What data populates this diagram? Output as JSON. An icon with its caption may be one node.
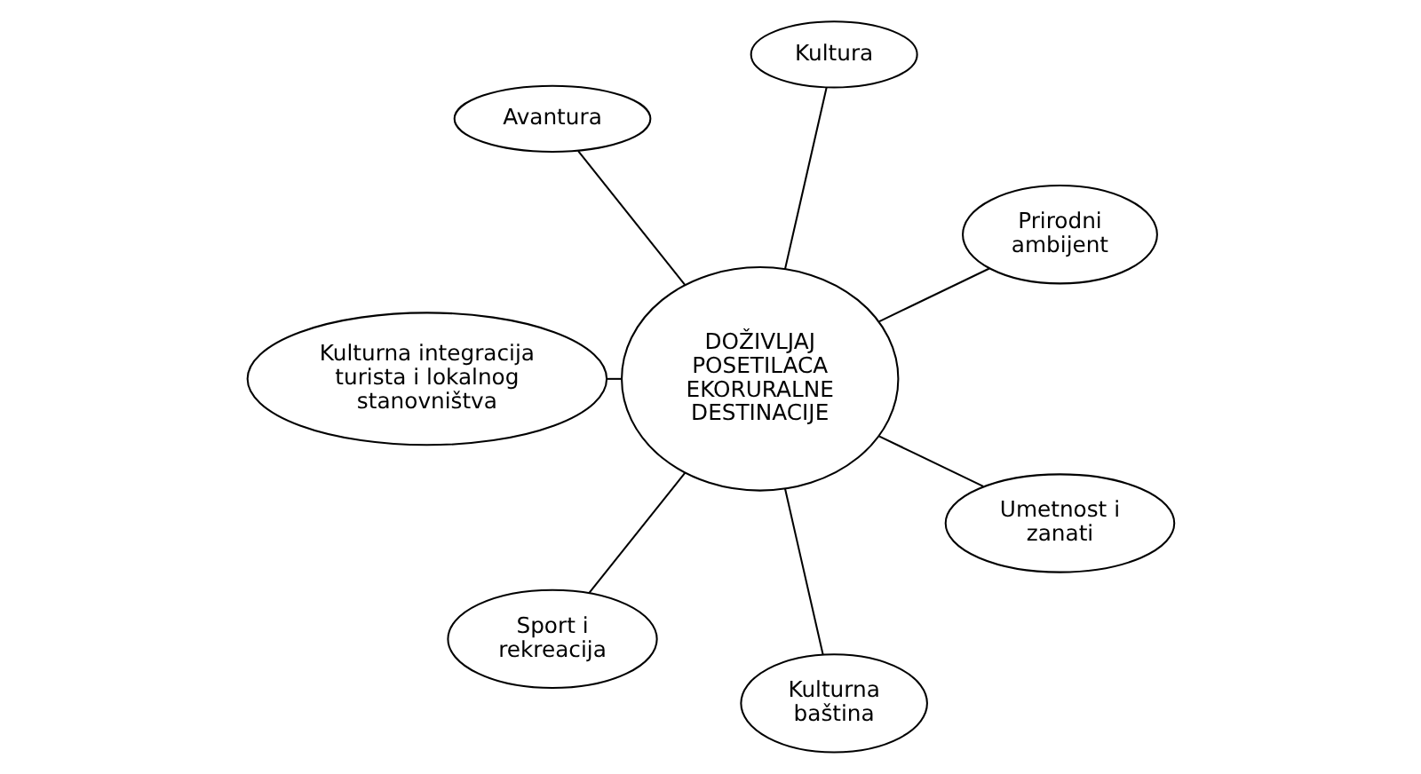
{
  "diagram": {
    "nodes": [
      {
        "text": [
          "DOŽIVLJAJ POSETILACA EKORURALNE DESTINACIJE"
        ]
      },
      {
        "text": [
          "Prirodni ambijent"
        ]
      },
      {
        "text": [
          "Kultura"
        ]
      },
      {
        "text": [
          "Avantura"
        ]
      },
      {
        "text": [
          "Kulturna integracija turista i lokalnog stanovništva"
        ]
      },
      {
        "text": [
          "Sport i rekreacija"
        ]
      },
      {
        "text": [
          "Kulturna baština"
        ]
      },
      {
        "text": [
          "Umetnost i zanati"
        ]
      }
    ],
    "edges": [
      {
        "from": 0,
        "to": 1,
        "arrow": "none"
      },
      {
        "from": 0,
        "to": 2,
        "arrow": "none"
      },
      {
        "from": 0,
        "to": 3,
        "arrow": "none"
      },
      {
        "from": 0,
        "to": 4,
        "arrow": "none"
      },
      {
        "from": 0,
        "to": 5,
        "arrow": "none"
      },
      {
        "from": 0,
        "to": 6,
        "arrow": "none"
      },
      {
        "from": 0,
        "to": 7,
        "arrow": "none"
      }
    ]
  }
}
